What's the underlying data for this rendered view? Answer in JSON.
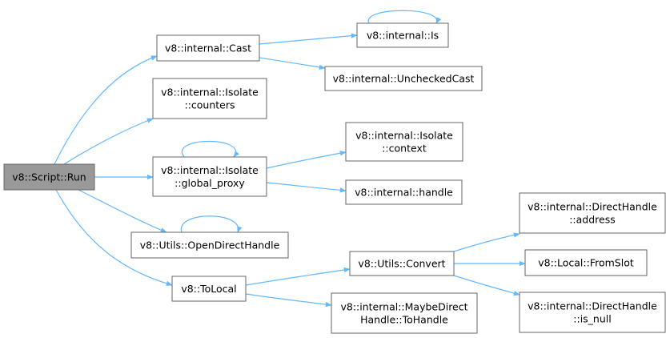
{
  "diagram": {
    "colors": {
      "edge": "#63b8ff",
      "node_border": "#666666",
      "root_fill": "#999999",
      "node_fill": "#ffffff",
      "text": "#000000"
    },
    "nodes": [
      {
        "id": "run",
        "lines": [
          "v8::Script::Run"
        ],
        "root": true
      },
      {
        "id": "cast",
        "lines": [
          "v8::internal::Cast"
        ]
      },
      {
        "id": "is",
        "lines": [
          "v8::internal::Is"
        ]
      },
      {
        "id": "unchecked",
        "lines": [
          "v8::internal::UncheckedCast"
        ]
      },
      {
        "id": "counters",
        "lines": [
          "v8::internal::Isolate",
          "::counters"
        ]
      },
      {
        "id": "context",
        "lines": [
          "v8::internal::Isolate",
          "::context"
        ]
      },
      {
        "id": "globalproxy",
        "lines": [
          "v8::internal::Isolate",
          "::global_proxy"
        ]
      },
      {
        "id": "handle",
        "lines": [
          "v8::internal::handle"
        ]
      },
      {
        "id": "opendh",
        "lines": [
          "v8::Utils::OpenDirectHandle"
        ]
      },
      {
        "id": "address",
        "lines": [
          "v8::internal::DirectHandle",
          "::address"
        ]
      },
      {
        "id": "convert",
        "lines": [
          "v8::Utils::Convert"
        ]
      },
      {
        "id": "fromslot",
        "lines": [
          "v8::Local::FromSlot"
        ]
      },
      {
        "id": "tolocal",
        "lines": [
          "v8::ToLocal"
        ]
      },
      {
        "id": "isnull",
        "lines": [
          "v8::internal::DirectHandle",
          "::is_null"
        ]
      },
      {
        "id": "maybedh",
        "lines": [
          "v8::internal::MaybeDirect",
          "Handle::ToHandle"
        ]
      }
    ],
    "edges": [
      {
        "from": "run",
        "to": "cast"
      },
      {
        "from": "run",
        "to": "counters"
      },
      {
        "from": "run",
        "to": "globalproxy"
      },
      {
        "from": "run",
        "to": "opendh"
      },
      {
        "from": "run",
        "to": "tolocal"
      },
      {
        "from": "cast",
        "to": "is"
      },
      {
        "from": "cast",
        "to": "unchecked"
      },
      {
        "from": "is",
        "to": "is"
      },
      {
        "from": "globalproxy",
        "to": "globalproxy"
      },
      {
        "from": "globalproxy",
        "to": "context"
      },
      {
        "from": "globalproxy",
        "to": "handle"
      },
      {
        "from": "opendh",
        "to": "opendh"
      },
      {
        "from": "tolocal",
        "to": "convert"
      },
      {
        "from": "tolocal",
        "to": "maybedh"
      },
      {
        "from": "convert",
        "to": "address"
      },
      {
        "from": "convert",
        "to": "fromslot"
      },
      {
        "from": "convert",
        "to": "isnull"
      }
    ]
  }
}
